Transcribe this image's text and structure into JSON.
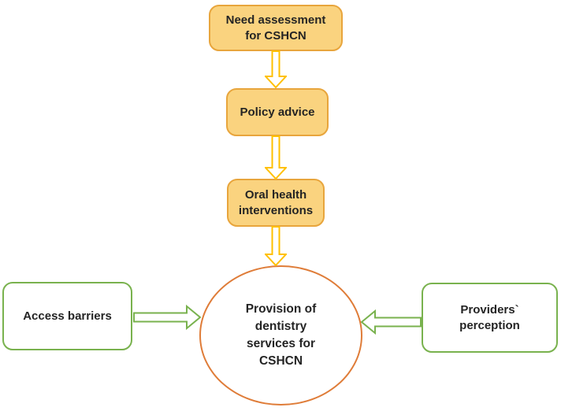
{
  "colors": {
    "background": "#ffffff",
    "gold_fill": "#FAD37F",
    "gold_border": "#E8A53C",
    "gold_arrow": "#FFC000",
    "green": "#79B24E",
    "orange_circle": "#DF7C38",
    "text": "#242424"
  },
  "nodes": {
    "need_assessment": {
      "label": "Need assessment for CSHCN"
    },
    "policy_advice": {
      "label": "Policy advice"
    },
    "oral_health_interventions": {
      "label": "Oral health interventions"
    },
    "provision_center": {
      "label": "Provision of dentistry services for CSHCN"
    },
    "access_barriers": {
      "label": "Access barriers"
    },
    "providers_perception": {
      "label": "Providers` perception"
    }
  },
  "arrows": [
    {
      "name": "arrow-down-1",
      "from": "need_assessment",
      "to": "policy_advice",
      "direction": "down"
    },
    {
      "name": "arrow-down-2",
      "from": "policy_advice",
      "to": "oral_health_interventions",
      "direction": "down"
    },
    {
      "name": "arrow-down-3",
      "from": "oral_health_interventions",
      "to": "provision_center",
      "direction": "down"
    },
    {
      "name": "arrow-left-to-circle",
      "from": "access_barriers",
      "to": "provision_center",
      "direction": "right"
    },
    {
      "name": "arrow-right-to-circle",
      "from": "providers_perception",
      "to": "provision_center",
      "direction": "left"
    }
  ]
}
